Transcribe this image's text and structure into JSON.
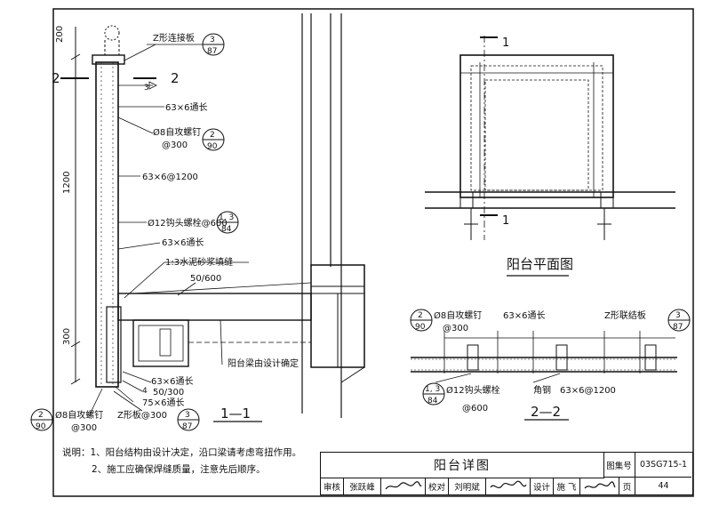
{
  "section_1_1": {
    "section_mark": "2",
    "dim_200": "200",
    "dim_1200": "1200",
    "dim_300": "300",
    "z_plate_label": "Z形连接板",
    "ref_3_87_top": {
      "num": "3",
      "den": "87"
    },
    "mark_3": "3",
    "angle_63x6_cont_1": "63×6通长",
    "screw_label": "Ø8自攻螺钉",
    "screw_spacing": "@300",
    "ref_2_90_a": {
      "num": "2",
      "den": "90"
    },
    "angle_63x6_1200": "63×6@1200",
    "hook_bolt": "Ø12钩头螺栓@600",
    "ref_1_3_84": {
      "num": "1, 3",
      "den": "84"
    },
    "angle_63x6_cont_2": "63×6通长",
    "mortar": "1:3水泥砂浆填缝",
    "slope": "50/600",
    "beam_note": "阳台梁由设计确定",
    "angle_63x6_cont_3": "63×6通长",
    "mark_4": "4",
    "slope_2": "50/300",
    "angle_75x6": "75×6通长",
    "screw_label_b": "Ø8自攻螺钉",
    "screw_spacing_b": "@300",
    "ref_2_90_b": {
      "num": "2",
      "den": "90"
    },
    "z_plate_b": "Z形板@300",
    "ref_3_87_b": {
      "num": "3",
      "den": "87"
    },
    "title": "1—1"
  },
  "plan_view": {
    "section_mark": "1",
    "title": "阳台平面图"
  },
  "section_2_2": {
    "screw": "Ø8自攻螺钉",
    "screw_spacing": "@300",
    "ref_2_90": {
      "num": "2",
      "den": "90"
    },
    "angle_cont": "63×6通长",
    "z_link": "Z形联结板",
    "ref_3_87": {
      "num": "3",
      "den": "87"
    },
    "ref_1_3_84": {
      "num": "1, 3",
      "den": "84"
    },
    "hook_bolt": "Ø12钩头螺栓",
    "hook_spacing": "@600",
    "angle_label": "角钢",
    "angle_1200": "63×6@1200",
    "title": "2—2"
  },
  "notes": {
    "line1": "说明：1、阳台结构由设计决定，沿口梁请考虑弯扭作用。",
    "line2": "2、施工应确保焊缝质量，注意先后顺序。"
  },
  "title_block": {
    "drawing_title": "阳台详图",
    "atlas_label": "图集号",
    "atlas_no": "03SG715-1",
    "review_label": "审核",
    "review_name": "张跃峰",
    "check_label": "校对",
    "check_name": "刘明斌",
    "design_label": "设计",
    "design_name": "施 飞",
    "page_label": "页",
    "page_no": "44"
  }
}
